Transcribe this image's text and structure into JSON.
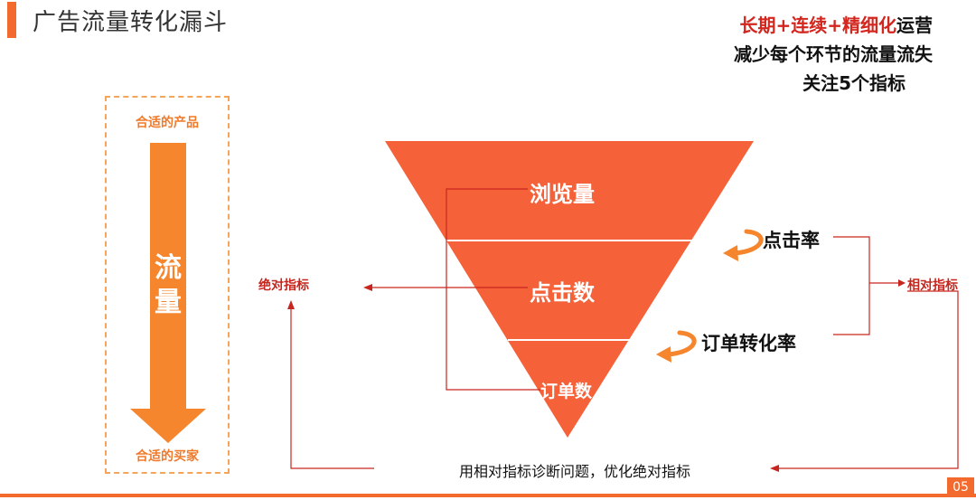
{
  "header": {
    "title": "广告流量转化漏斗"
  },
  "top_right": {
    "line1_red": "长期+连续+精细化",
    "line1_black": "运营",
    "line2": "减少每个环节的流量流失",
    "line3": "关注5个指标"
  },
  "left_panel": {
    "top_label": "合适的产品",
    "bottom_label": "合适的买家",
    "arrow_label_1": "流",
    "arrow_label_2": "量"
  },
  "funnel": {
    "stages": [
      "浏览量",
      "点击数",
      "订单数"
    ]
  },
  "rates": {
    "rate1": "点击率",
    "rate2": "订单转化率"
  },
  "indicators": {
    "absolute": "绝对指标",
    "relative": "相对指标"
  },
  "footer": {
    "note": "用相对指标诊断问题，优化绝对指标",
    "page_number": "05"
  },
  "colors": {
    "accent": "#f26a2e",
    "funnel": "#f5623a",
    "arrow": "#f5862e",
    "line_red": "#c6261e"
  }
}
